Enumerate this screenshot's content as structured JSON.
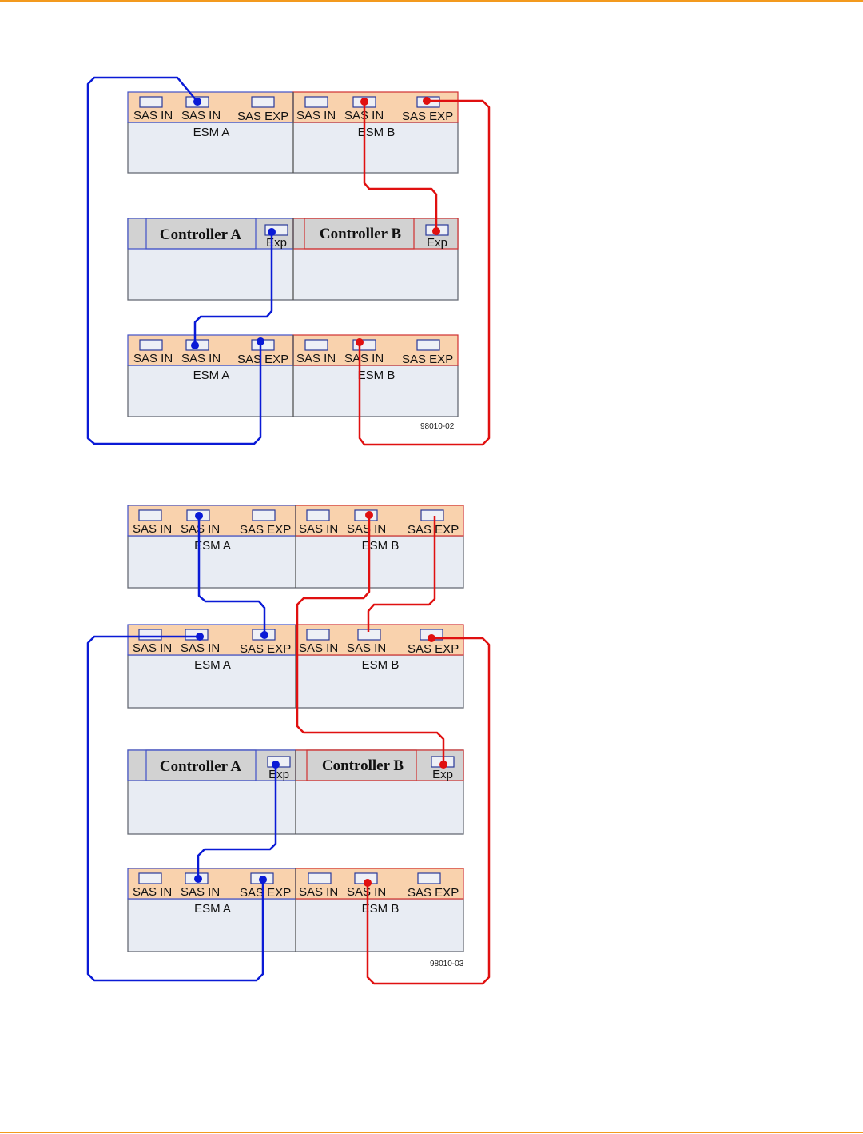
{
  "colors": {
    "page_rule": "#f39a1e",
    "band": "#f9d2ad",
    "shelf": "#e8ecf3",
    "controller_strip": "#d2d2d2",
    "cable_a": "#0a1ad6",
    "cable_b": "#e01010"
  },
  "labels": {
    "sas_in": "SAS IN",
    "sas_exp": "SAS EXP",
    "esm_a": "ESM A",
    "esm_b": "ESM B",
    "controller_a": "Controller A",
    "controller_b": "Controller B",
    "exp": "Exp"
  },
  "figures": [
    {
      "id": "98010-02",
      "label": "98010-02",
      "stack": [
        "drive-tray",
        "controller-tray",
        "drive-tray"
      ]
    },
    {
      "id": "98010-03",
      "label": "98010-03",
      "stack": [
        "drive-tray",
        "drive-tray",
        "controller-tray",
        "drive-tray"
      ]
    }
  ]
}
